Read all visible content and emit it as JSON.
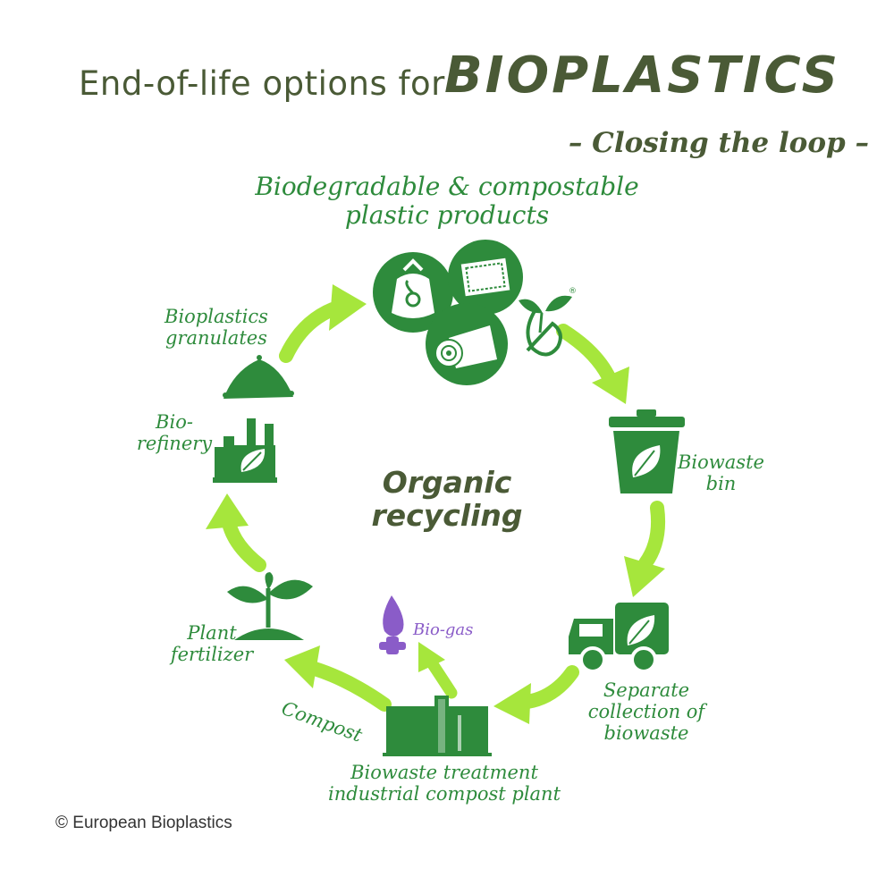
{
  "header": {
    "title_prefix": "End-of-life options for",
    "title_emphasis": "BIOPLASTICS",
    "subtitle": "– Closing the loop –"
  },
  "center_label": {
    "line1": "Organic",
    "line2": "recycling"
  },
  "stages": {
    "products": {
      "line1": "Biodegradable & compostable",
      "line2": "plastic products"
    },
    "bin": {
      "line1": "Biowaste",
      "line2": "bin"
    },
    "collection": {
      "line1": "Separate",
      "line2": "collection of",
      "line3": "biowaste"
    },
    "treatment": {
      "line1": "Biowaste treatment",
      "line2": "industrial compost plant"
    },
    "biogas": {
      "label": "Bio-gas"
    },
    "compost": {
      "label": "Compost"
    },
    "fertilizer": {
      "line1": "Plant",
      "line2": "fertilizer"
    },
    "refinery": {
      "line1": "Bio-",
      "line2": "refinery"
    },
    "granulates": {
      "line1": "Bioplastics",
      "line2": "granulates"
    }
  },
  "registered_mark": "®",
  "copyright": "© European Bioplastics",
  "colors": {
    "icon_green": "#2e8b3c",
    "arrow_green": "#a6e63c",
    "title_olive": "#4a5a36",
    "biogas_purple": "#8a5cc8"
  },
  "icons": [
    "bag-icon",
    "packaging-film-icon",
    "film-roll-icon",
    "seedling-logo-icon",
    "bin-icon",
    "truck-icon",
    "compost-plant-icon",
    "flame-icon",
    "plant-icon",
    "refinery-icon",
    "granulate-pile-icon"
  ]
}
